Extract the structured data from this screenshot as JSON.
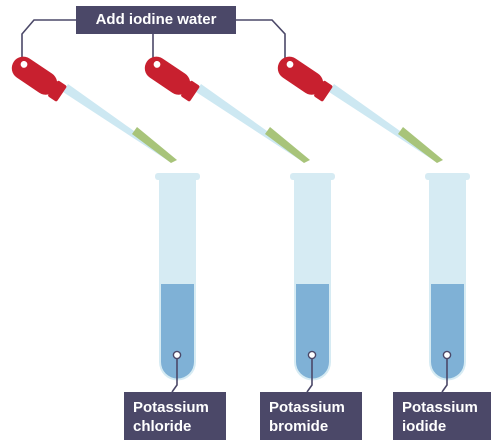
{
  "title": "Add iodine water",
  "tubes": [
    {
      "label_line1": "Potassium",
      "label_line2": "chloride"
    },
    {
      "label_line1": "Potassium",
      "label_line2": "bromide"
    },
    {
      "label_line1": "Potassium",
      "label_line2": "iodide"
    }
  ],
  "colors": {
    "label_bg": "#4b4868",
    "dropper_bulb": "#c8202f",
    "dropper_tube": "#cde8f2",
    "iodine_water": "#a8c47a",
    "test_tube": "#d6ebf3",
    "solution": "#7fb1d6"
  }
}
